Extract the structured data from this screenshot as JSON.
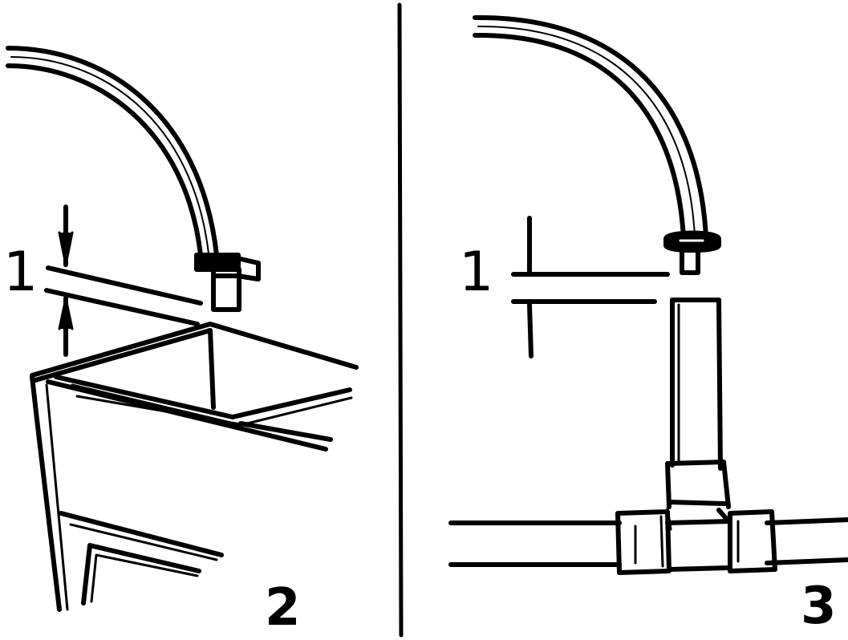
{
  "colors": {
    "ink": "#000000",
    "paper": "#ffffff"
  },
  "panels": [
    {
      "gap_label": "1",
      "number": "2"
    },
    {
      "gap_label": "1",
      "number": "3"
    }
  ]
}
